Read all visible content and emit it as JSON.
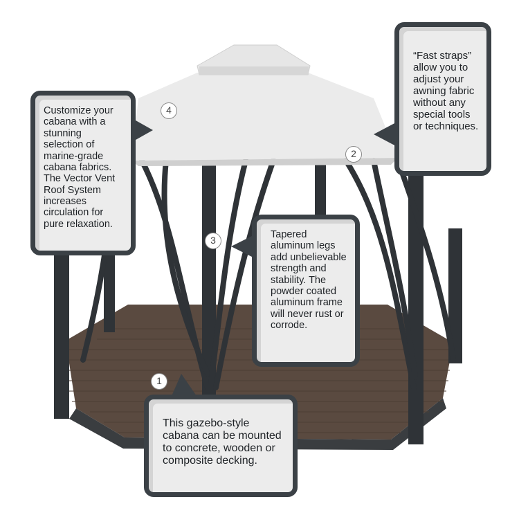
{
  "image": {
    "subject": "gazebo-cabana",
    "colors": {
      "roof": "#ebebeb",
      "frame": "#2f3337",
      "deck": "#5a4a40",
      "callout_border": "#3b4146",
      "callout_fill": "#ececec"
    }
  },
  "callouts": [
    {
      "number": "1",
      "lines": [
        "This gazebo-style",
        "cabana can be mounted",
        "to concrete, wooden or",
        "composite decking."
      ]
    },
    {
      "number": "2",
      "lines": [
        "“Fast straps”",
        "allow you to",
        "adjust your",
        "awning fabric",
        "without any",
        "special tools",
        "or techniques."
      ]
    },
    {
      "number": "3",
      "lines": [
        "Tapered",
        "aluminum legs",
        "add unbelievable",
        "strength and",
        "stability. The",
        "powder coated",
        "aluminum frame",
        "will never rust or",
        "corrode."
      ]
    },
    {
      "number": "4",
      "lines": [
        "Customize your",
        "cabana with a",
        "stunning",
        "selection of",
        "marine-grade",
        "cabana fabrics.",
        "The Vector Vent",
        "Roof System",
        "increases",
        "circulation for",
        "pure relaxation."
      ]
    }
  ]
}
